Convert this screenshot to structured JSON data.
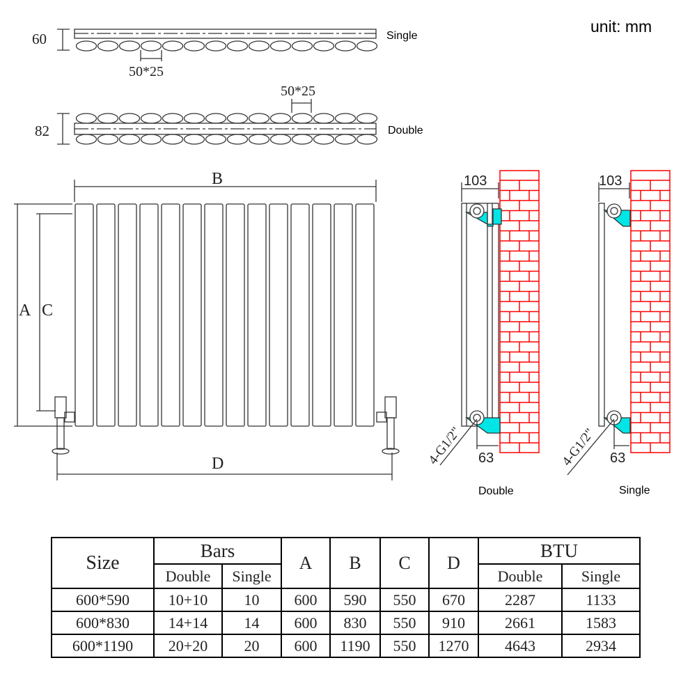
{
  "unit_label": "unit: mm",
  "top_views": {
    "single": {
      "label": "Single",
      "depth": "60",
      "bar_size": "50*25"
    },
    "double": {
      "label": "Double",
      "depth": "82",
      "bar_size": "50*25"
    }
  },
  "front_view": {
    "dim_a": "A",
    "dim_b": "B",
    "dim_c": "C",
    "dim_d": "D",
    "bar_count": 14
  },
  "side_views": [
    {
      "label": "Double",
      "depth": "103",
      "offset": "63",
      "thread": "4-G1/2\""
    },
    {
      "label": "Single",
      "depth": "103",
      "offset": "63",
      "thread": "4-G1/2\""
    }
  ],
  "colors": {
    "wall": "#ff0000",
    "bracket": "#00e5e5"
  },
  "table": {
    "headers": {
      "size": "Size",
      "bars": "Bars",
      "a": "A",
      "b": "B",
      "c": "C",
      "d": "D",
      "btu": "BTU",
      "double": "Double",
      "single": "Single"
    },
    "rows": [
      [
        "600*590",
        "10+10",
        "10",
        "600",
        "590",
        "550",
        "670",
        "2287",
        "1133"
      ],
      [
        "600*830",
        "14+14",
        "14",
        "600",
        "830",
        "550",
        "910",
        "2661",
        "1583"
      ],
      [
        "600*1190",
        "20+20",
        "20",
        "600",
        "1190",
        "550",
        "1270",
        "4643",
        "2934"
      ]
    ]
  }
}
